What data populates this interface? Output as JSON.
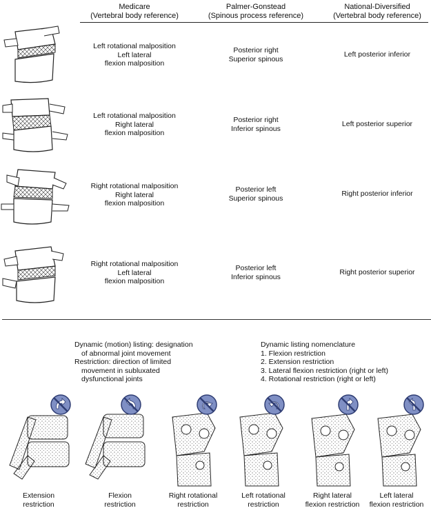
{
  "table": {
    "headers": [
      {
        "title": "Medicare",
        "subtitle": "(Vertebral body reference)"
      },
      {
        "title": "Palmer-Gonstead",
        "subtitle": "(Spinous process reference)"
      },
      {
        "title": "National-Diversified",
        "subtitle": "(Vertebral body reference)"
      }
    ],
    "rows": [
      {
        "medicare": [
          "Left rotational malposition",
          "Left lateral",
          "flexion malposition"
        ],
        "palmer": [
          "Posterior right",
          "Superior spinous"
        ],
        "national": [
          "Left posterior inferior"
        ]
      },
      {
        "medicare": [
          "Left rotational malposition",
          "Right lateral",
          "flexion malposition"
        ],
        "palmer": [
          "Posterior right",
          "Inferior spinous"
        ],
        "national": [
          "Left posterior superior"
        ]
      },
      {
        "medicare": [
          "Right rotational malposition",
          "Right lateral",
          "flexion malposition"
        ],
        "palmer": [
          "Posterior left",
          "Superior spinous"
        ],
        "national": [
          "Right posterior inferior"
        ]
      },
      {
        "medicare": [
          "Right rotational malposition",
          "Left lateral",
          "flexion malposition"
        ],
        "palmer": [
          "Posterior left",
          "Inferior spinous"
        ],
        "national": [
          "Right posterior superior"
        ]
      }
    ]
  },
  "dynamic": {
    "definition": [
      "Dynamic (motion) listing: designation",
      "of abnormal joint movement",
      "Restriction: direction of limited",
      "movement in subluxated",
      "dysfunctional joints"
    ],
    "nomenclature_title": "Dynamic listing nomenclature",
    "nomenclature": [
      "1.  Flexion restriction",
      "2.  Extension restriction",
      "3.  Lateral flexion restriction (right or left)",
      "4.  Rotational restriction (right or left)"
    ],
    "icon_color": "#7f8fc4",
    "captions": [
      [
        "Extension",
        "restriction"
      ],
      [
        "Flexion",
        "restriction"
      ],
      [
        "Right rotational",
        "restriction"
      ],
      [
        "Left rotational",
        "restriction"
      ],
      [
        "Right lateral",
        "flexion restriction"
      ],
      [
        "Left lateral",
        "flexion restriction"
      ]
    ]
  }
}
